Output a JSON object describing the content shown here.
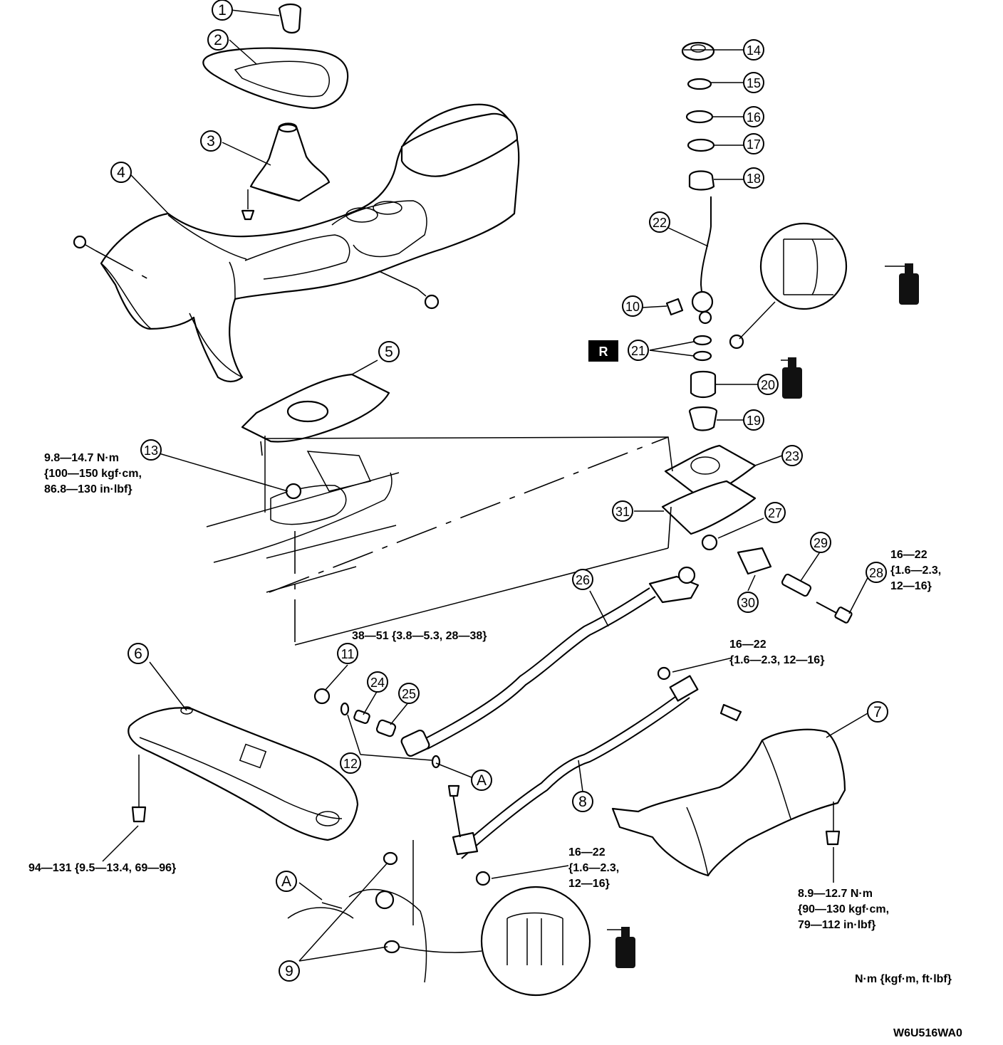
{
  "callouts": [
    {
      "id": "1",
      "label": "1"
    },
    {
      "id": "2",
      "label": "2"
    },
    {
      "id": "3",
      "label": "3"
    },
    {
      "id": "4",
      "label": "4"
    },
    {
      "id": "5",
      "label": "5"
    },
    {
      "id": "6",
      "label": "6"
    },
    {
      "id": "7",
      "label": "7"
    },
    {
      "id": "8",
      "label": "8"
    },
    {
      "id": "9",
      "label": "9"
    },
    {
      "id": "10",
      "label": "10"
    },
    {
      "id": "11",
      "label": "11"
    },
    {
      "id": "12",
      "label": "12"
    },
    {
      "id": "13",
      "label": "13"
    },
    {
      "id": "14",
      "label": "14"
    },
    {
      "id": "15",
      "label": "15"
    },
    {
      "id": "16",
      "label": "16"
    },
    {
      "id": "17",
      "label": "17"
    },
    {
      "id": "18",
      "label": "18"
    },
    {
      "id": "19",
      "label": "19"
    },
    {
      "id": "20",
      "label": "20"
    },
    {
      "id": "21",
      "label": "21"
    },
    {
      "id": "22",
      "label": "22"
    },
    {
      "id": "23",
      "label": "23"
    },
    {
      "id": "24",
      "label": "24"
    },
    {
      "id": "25",
      "label": "25"
    },
    {
      "id": "26",
      "label": "26"
    },
    {
      "id": "27",
      "label": "27"
    },
    {
      "id": "28",
      "label": "28"
    },
    {
      "id": "29",
      "label": "29"
    },
    {
      "id": "30",
      "label": "30"
    },
    {
      "id": "31",
      "label": "31"
    },
    {
      "id": "A1",
      "label": "A"
    },
    {
      "id": "A2",
      "label": "A"
    }
  ],
  "replace_marker": "R",
  "torque_specs": {
    "spec_13": [
      "9.8—14.7 N·m",
      "{100—150 kgf·cm,",
      "86.8—130 in·lbf}"
    ],
    "spec_center": [
      "38—51 {3.8—5.3, 28—38}"
    ],
    "spec_28": [
      "16—22",
      "{1.6—2.3,",
      "12—16}"
    ],
    "spec_bracket": [
      "16—22",
      "{1.6—2.3, 12—16}"
    ],
    "spec_6": [
      "94—131 {9.5—13.4, 69—96}"
    ],
    "spec_bottom": [
      "16—22",
      "{1.6—2.3,",
      "12—16}"
    ],
    "spec_7": [
      "8.9—12.7 N·m",
      "{90—130 kgf·cm,",
      "79—112 in·lbf}"
    ]
  },
  "unit_legend": "N·m {kgf·m, ft·lbf}",
  "drawing_code": "W6U516WA0"
}
